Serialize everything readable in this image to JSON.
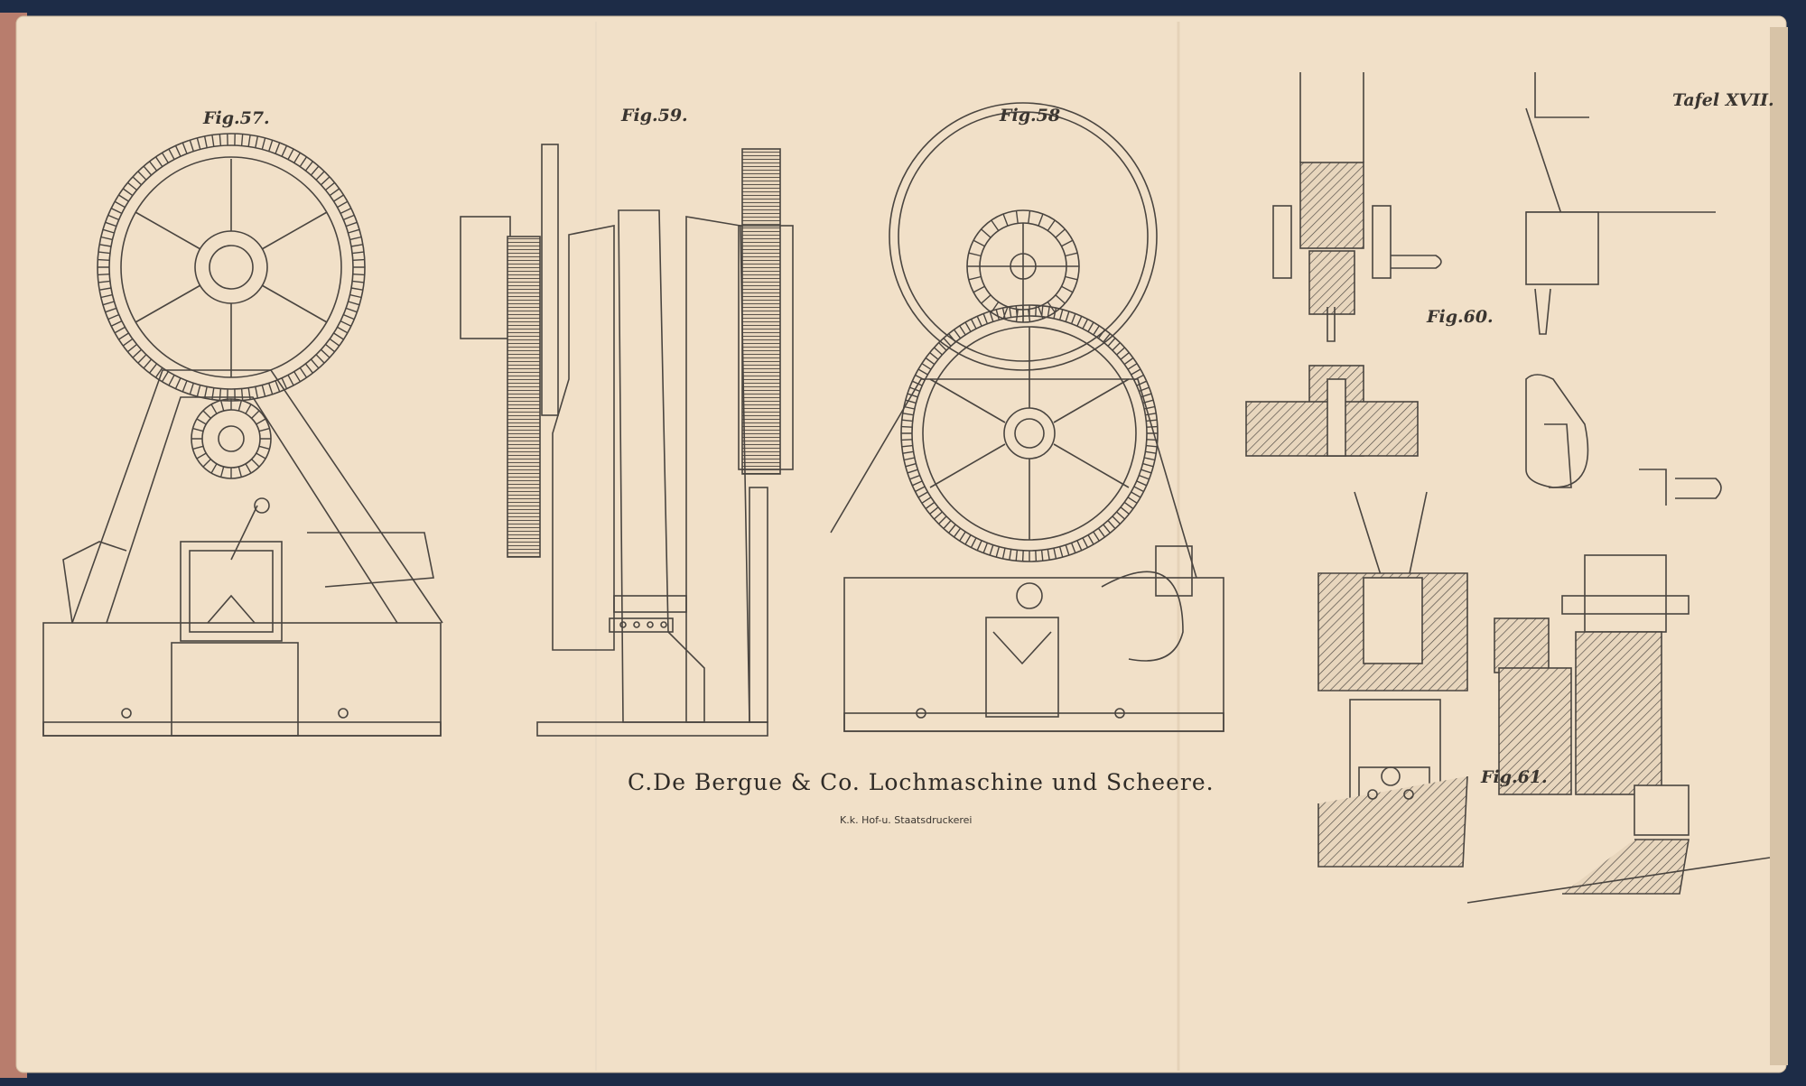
{
  "plate": {
    "number": "Tafel XVII.",
    "title": "C.De Bergue & Co.  Lochmaschine und Scheere.",
    "printer": "K.k. Hof-u. Staatsdruckerei"
  },
  "figures": [
    {
      "id": "fig57",
      "label": "Fig.57."
    },
    {
      "id": "fig59",
      "label": "Fig.59."
    },
    {
      "id": "fig58",
      "label": "Fig.58"
    },
    {
      "id": "fig60",
      "label": "Fig.60."
    },
    {
      "id": "fig61",
      "label": "Fig.61."
    }
  ],
  "colors": {
    "paper": "#f1e0c8",
    "ink": "#4a4540",
    "cover_edge": "#b87d6d",
    "binding": "#1d2c47"
  }
}
